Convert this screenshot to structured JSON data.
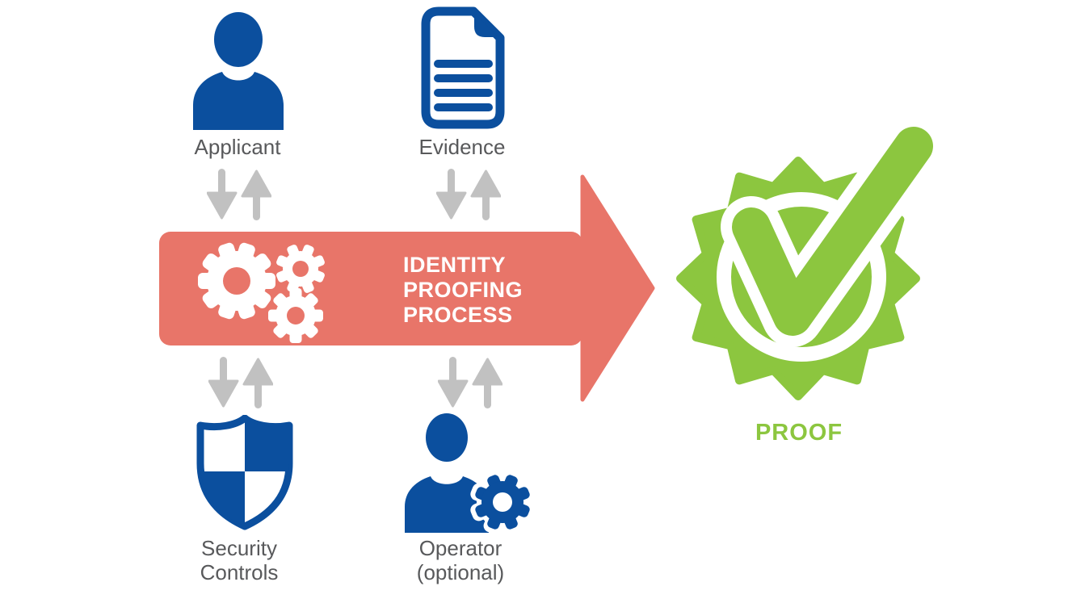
{
  "diagram": {
    "nodes": {
      "applicant": {
        "label": "Applicant",
        "icon": "person-icon"
      },
      "evidence": {
        "label": "Evidence",
        "icon": "document-icon"
      },
      "security_controls": {
        "label_lines": [
          "Security",
          "Controls"
        ],
        "icon": "shield-icon"
      },
      "operator": {
        "label_lines": [
          "Operator",
          "(optional)"
        ],
        "icon": "person-gear-icon"
      }
    },
    "process_arrow": {
      "label_lines": [
        "IDENTITY",
        "PROOFING",
        "PROCESS"
      ],
      "icon": "gears-icon"
    },
    "result": {
      "label": "PROOF",
      "icon": "seal-checkmark-icon"
    },
    "connectors": {
      "style": "paired-up-down-arrows",
      "count": 4
    },
    "colors": {
      "blue": "#0B4F9E",
      "red": "#E87569",
      "green": "#8CC63F",
      "arrow_gray": "#C1C1C1",
      "label_gray": "#58595B",
      "background": "#FFFFFF"
    }
  }
}
